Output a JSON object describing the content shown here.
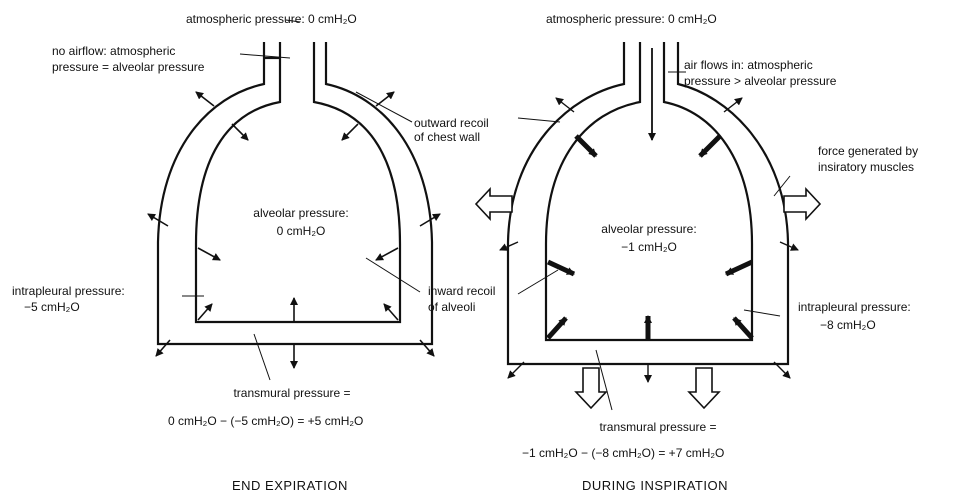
{
  "left": {
    "atmospheric": "atmospheric pressure: 0 cmH₂O",
    "no_airflow_1": "no airflow: atmospheric",
    "no_airflow_2": "pressure = alveolar pressure",
    "alveolar_1": "alveolar pressure:",
    "alveolar_2": "0 cmH₂O",
    "intrapleural_1": "intrapleural pressure:",
    "intrapleural_2": "−5 cmH₂O",
    "transmural_1": "transmural pressure =",
    "transmural_2": "0 cmH₂O − (−5 cmH₂O) = +5 cmH₂O",
    "caption": "END EXPIRATION"
  },
  "right": {
    "atmospheric": "atmospheric pressure: 0 cmH₂O",
    "air_flows_1": "air flows in: atmospheric",
    "air_flows_2": "pressure > alveolar pressure",
    "alveolar_1": "alveolar pressure:",
    "alveolar_2": "−1 cmH₂O",
    "intrapleural_1": "intrapleural pressure:",
    "intrapleural_2": "−8 cmH₂O",
    "transmural_1": "transmural pressure =",
    "transmural_2": "−1 cmH₂O − (−8 cmH₂O) = +7 cmH₂O",
    "caption": "DURING INSPIRATION",
    "force_1": "force generated by",
    "force_2": "insiratory muscles"
  },
  "middle": {
    "outward_1": "outward recoil",
    "outward_2": "of chest wall",
    "inward_1": "inward recoil",
    "inward_2": "of alveoli"
  },
  "colors": {
    "ink": "#111111",
    "paper": "#ffffff"
  }
}
